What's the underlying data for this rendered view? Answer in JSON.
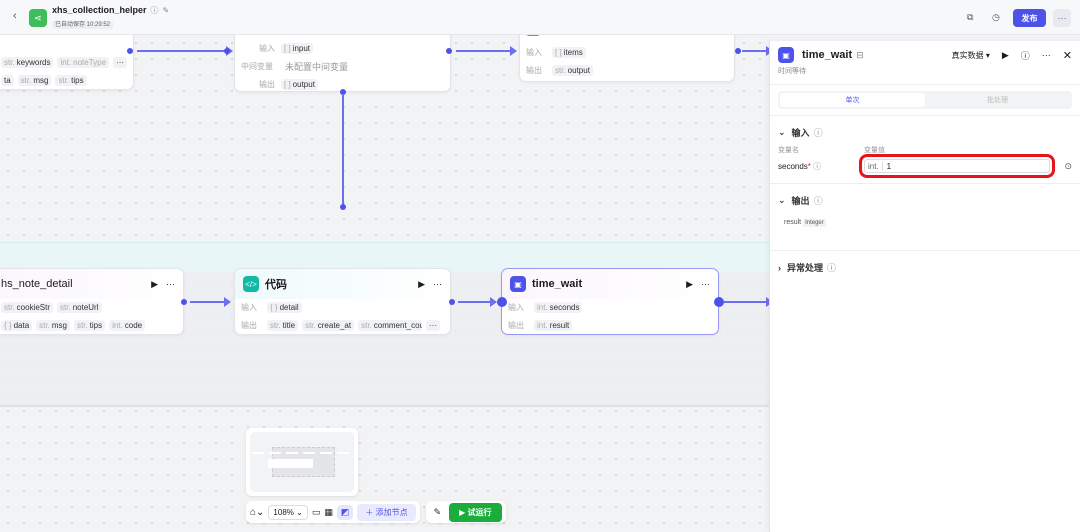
{
  "header": {
    "title": "xhs_collection_helper",
    "autosave": "已自动保存 10:29:52",
    "publish": "发布",
    "more": "···"
  },
  "nodes": {
    "top_left": {
      "inputs": [
        {
          "t": "str.",
          "n": "keywords"
        },
        {
          "t": "int.",
          "n": "noteType"
        }
      ],
      "outputs": [
        {
          "t": "",
          "n": "ta"
        },
        {
          "t": "str.",
          "n": "msg"
        },
        {
          "t": "str.",
          "n": "tips"
        }
      ]
    },
    "top_mid": {
      "in_label": "输入",
      "in": {
        "t": "[ ]",
        "n": "input"
      },
      "mid_label": "中间变量",
      "mid": "未配置中间变量",
      "out_label": "输出",
      "out": {
        "t": "[ ]",
        "n": "output"
      }
    },
    "top_right": {
      "in_label": "输入",
      "in": {
        "t": "[ ]",
        "n": "items"
      },
      "out_label": "输出",
      "out": {
        "t": "str.",
        "n": "output"
      }
    },
    "note_detail": {
      "title": "hs_note_detail",
      "inputs": [
        {
          "t": "str.",
          "n": "cookieStr"
        },
        {
          "t": "str.",
          "n": "noteUrl"
        }
      ],
      "outputs": [
        {
          "t": "{ }",
          "n": "data"
        },
        {
          "t": "str.",
          "n": "msg"
        },
        {
          "t": "str.",
          "n": "tips"
        },
        {
          "t": "int.",
          "n": "code"
        }
      ]
    },
    "code": {
      "title": "代码",
      "in_label": "输入",
      "in": {
        "t": "{ }",
        "n": "detail"
      },
      "out_label": "输出",
      "outputs": [
        {
          "t": "str.",
          "n": "title"
        },
        {
          "t": "str.",
          "n": "create_at"
        },
        {
          "t": "str.",
          "n": "comment_count"
        }
      ]
    },
    "time_wait": {
      "title": "time_wait",
      "in_label": "输入",
      "in": {
        "t": "int.",
        "n": "seconds"
      },
      "out_label": "输出",
      "out": {
        "t": "int.",
        "n": "result"
      }
    }
  },
  "panel": {
    "title": "time_wait",
    "subtitle": "时间等待",
    "data_mode": "真实数据",
    "tabs": [
      "单次",
      "批处理"
    ],
    "input_section": "输入",
    "col_name": "变量名",
    "col_value": "变量值",
    "param_name": "seconds",
    "param_required": "*",
    "param_type": "int.",
    "param_value": "1",
    "output_section": "输出",
    "output_name": "result",
    "output_type": "Integer",
    "error_section": "异常处理"
  },
  "toolbar": {
    "zoom": "108%",
    "add_node": "添加节点",
    "test_run": "试运行"
  },
  "colors": {
    "accent": "#4d53e8",
    "run": "#1aad3c",
    "highlight": "#e8141c"
  }
}
